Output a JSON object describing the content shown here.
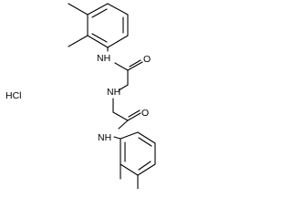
{
  "molecule": {
    "atoms": {
      "nh_top": "NH",
      "o_top": "O",
      "nh_middle": "NH",
      "o_bottom": "O",
      "nh_bottom": "NH"
    },
    "salt": "HCl"
  }
}
